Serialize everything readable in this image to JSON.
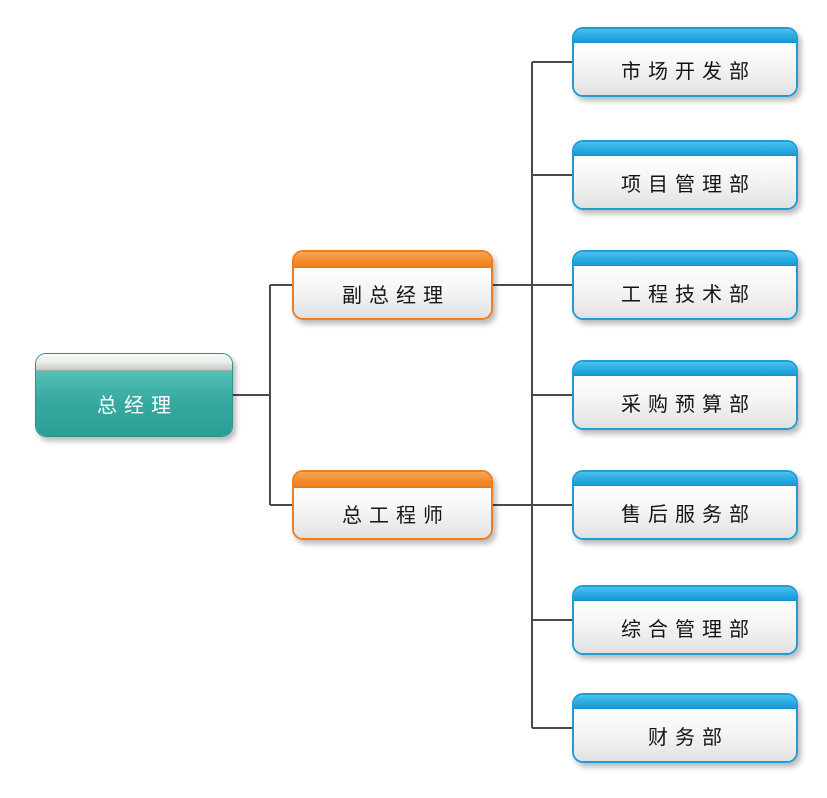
{
  "diagram": {
    "type": "org-chart",
    "root": {
      "label": "总经理",
      "role": "general-manager"
    },
    "managers": [
      {
        "label": "副总经理",
        "role": "deputy-general-manager"
      },
      {
        "label": "总工程师",
        "role": "chief-engineer"
      }
    ],
    "departments": [
      {
        "label": "市场开发部"
      },
      {
        "label": "项目管理部"
      },
      {
        "label": "工程技术部"
      },
      {
        "label": "采购预算部"
      },
      {
        "label": "售后服务部"
      },
      {
        "label": "综合管理部"
      },
      {
        "label": "财务部"
      }
    ],
    "colors": {
      "root_teal": "#2fa198",
      "manager_orange": "#ed7d1e",
      "department_blue": "#1d9cd8",
      "connector_line": "#4a4a4a",
      "background": "#ffffff"
    }
  }
}
